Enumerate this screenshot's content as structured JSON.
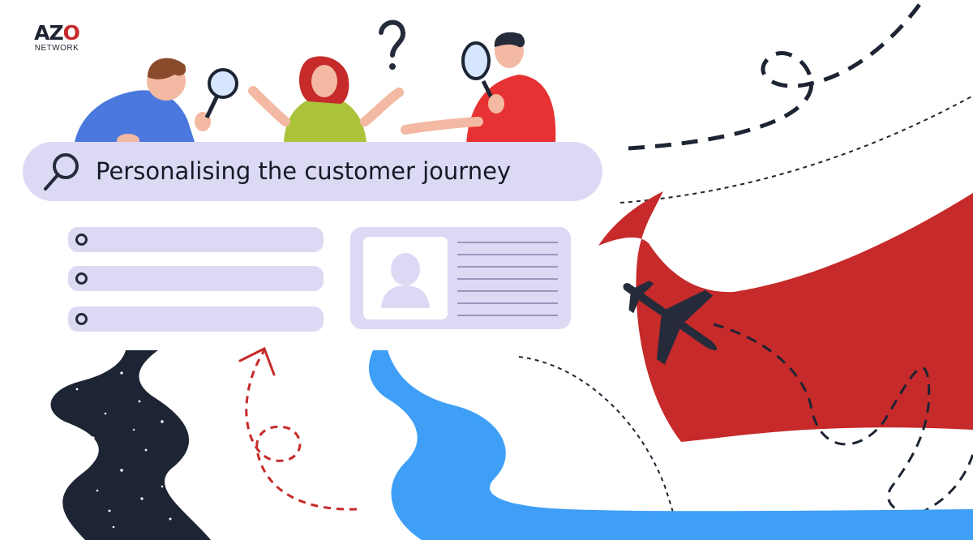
{
  "logo": {
    "main_prefix": "AZ",
    "main_accent": "O",
    "sub": "NETWORK"
  },
  "search": {
    "query": "Personalising the customer journey"
  },
  "icons": [
    "search-icon",
    "user-avatar-icon",
    "radio-button-icon",
    "magnifier-icon",
    "question-mark-icon",
    "airplane-icon"
  ],
  "colors": {
    "accent_red": "#c62a2a",
    "bar_lavender": "#dcd9f4",
    "navy": "#252b3b",
    "river_blue": "#3f9ff7"
  }
}
